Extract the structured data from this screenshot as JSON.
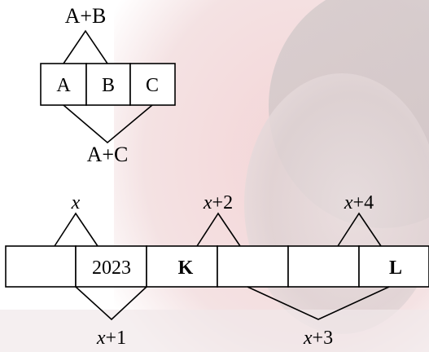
{
  "top_diagram": {
    "cells": [
      "A",
      "B",
      "C"
    ],
    "label_above": "A+B",
    "label_below": "A+C"
  },
  "strip_diagram": {
    "cells": [
      "",
      "2023",
      "K",
      "",
      "",
      "L"
    ],
    "labels_above": [
      {
        "var": "x",
        "suffix": ""
      },
      {
        "var": "x",
        "suffix": "+2"
      },
      {
        "var": "x",
        "suffix": "+4"
      }
    ],
    "labels_below": [
      {
        "var": "x",
        "suffix": "+1"
      },
      {
        "var": "x",
        "suffix": "+3"
      }
    ]
  }
}
